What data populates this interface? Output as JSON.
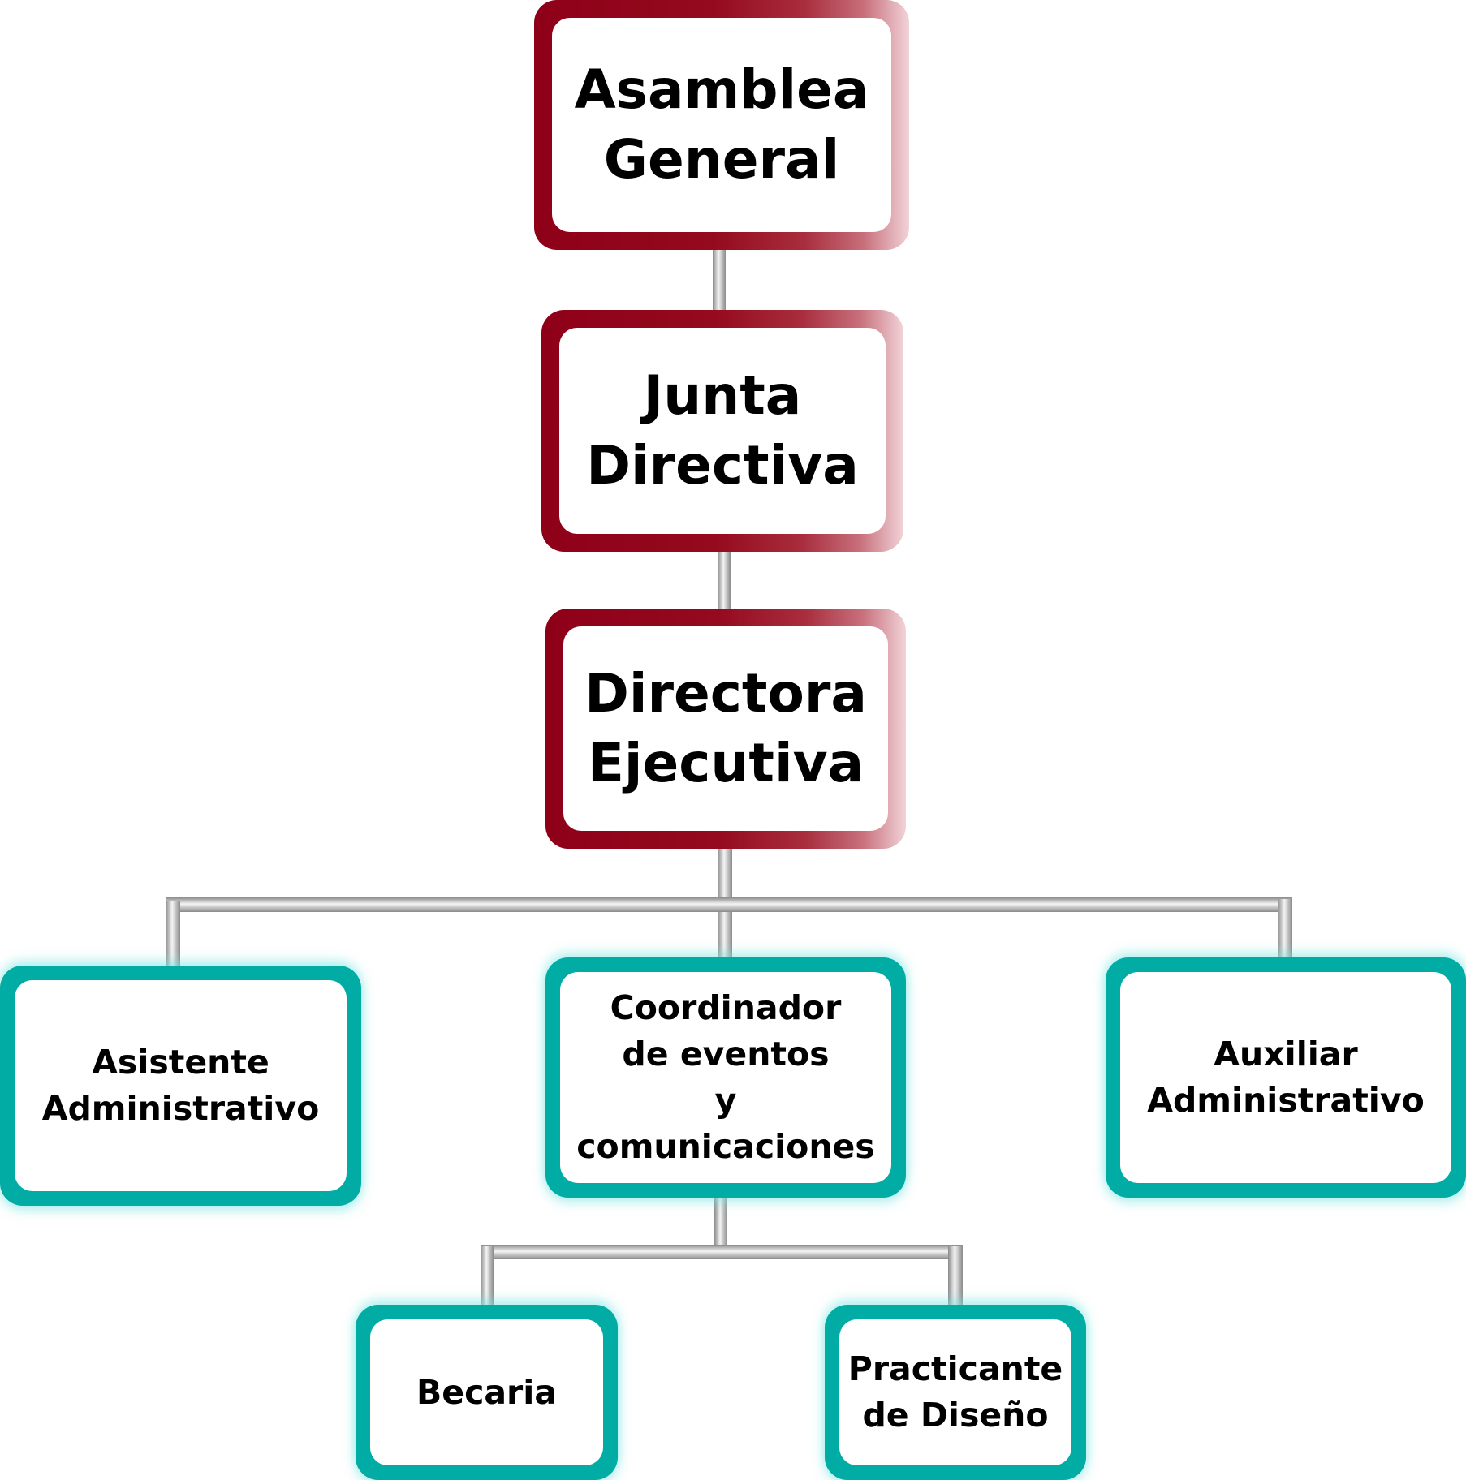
{
  "org_chart": {
    "nodes": {
      "asamblea": "Asamblea\nGeneral",
      "junta": "Junta\nDirectiva",
      "directora": "Directora\nEjecutiva",
      "asistente": "Asistente\nAdministrativo",
      "coordinador": "Coordinador\nde eventos\ny\ncomunicaciones",
      "auxiliar": "Auxiliar\nAdministrativo",
      "becaria": "Becaria",
      "practicante": "Practicante\nde Diseño"
    },
    "colors": {
      "top_levels_border": "#8e0018",
      "staff_border": "#00aca4",
      "connector": "#c4c4c4"
    }
  }
}
